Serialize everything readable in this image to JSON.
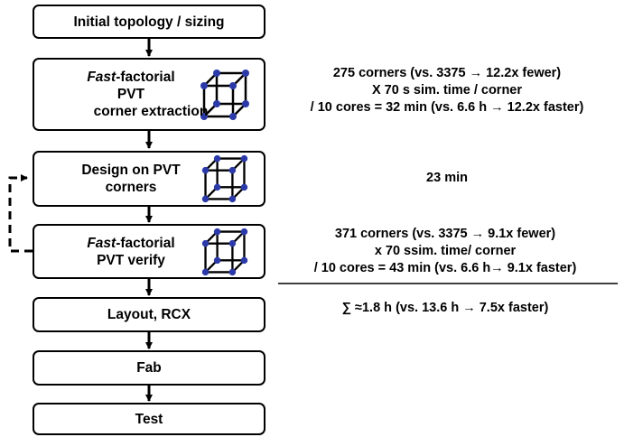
{
  "flow": {
    "initial": "Initial topology / sizing",
    "extract_emph": "Fast",
    "extract_rest": "-factorial",
    "extract_line2": "PVT",
    "extract_line3": "corner extraction",
    "design_line1": "Design on PVT",
    "design_line2": "corners",
    "verify_emph": "Fast",
    "verify_rest": "-factorial",
    "verify_line2": "PVT verify",
    "layout": "Layout, RCX",
    "fab": "Fab",
    "test": "Test"
  },
  "notes": {
    "extraction": [
      "275 corners (vs. 3375 → 12.2x fewer)",
      "X 70 s sim. time / corner",
      "/ 10 cores = 32 min (vs. 6.6 h → 12.2x faster)"
    ],
    "design": "23 min",
    "verify": [
      "371 corners (vs. 3375 → 9.1x fewer)",
      "x 70 ssim. time/ corner",
      "/ 10 cores = 43 min (vs. 6.6 h→ 9.1x faster)"
    ],
    "total": "∑ ≈1.8 h (vs. 13.6 h → 7.5x faster)"
  },
  "colors": {
    "node": "#2b3aa8",
    "line": "#000000"
  },
  "icons": {
    "cube": "cube-icon"
  }
}
